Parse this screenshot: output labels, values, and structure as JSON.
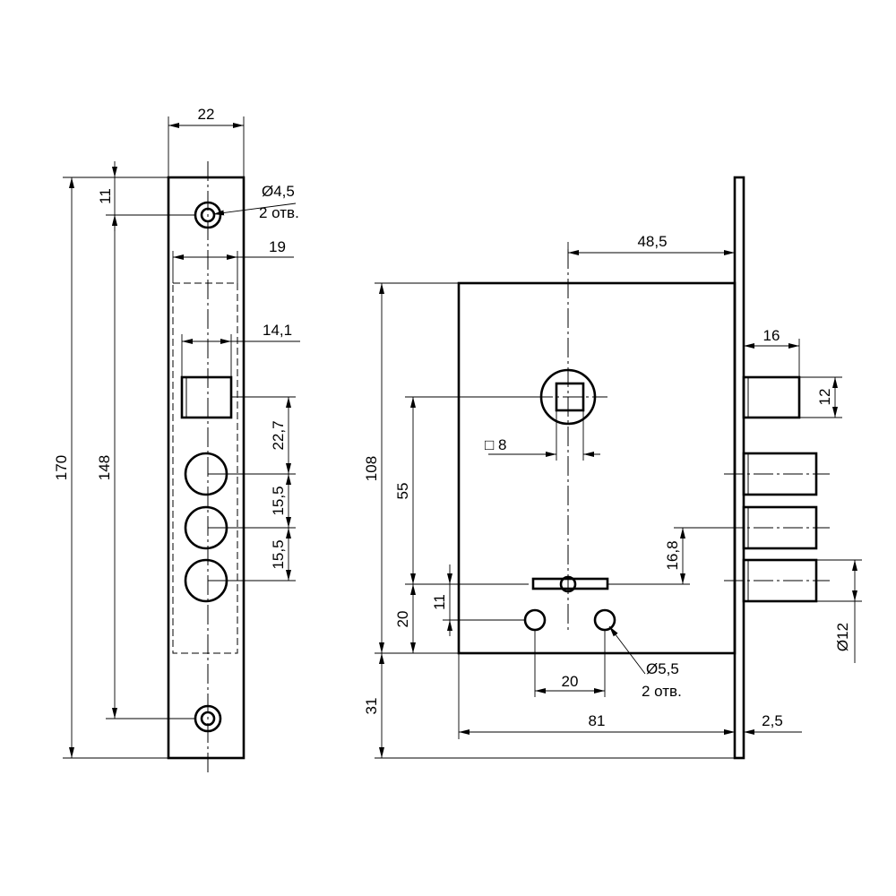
{
  "colors": {
    "line": "#000000",
    "background": "#ffffff"
  },
  "faceplate": {
    "width": "22",
    "hole_diameter": "Ø4,5",
    "hole_count": "2 отв.",
    "hole_offset": "11",
    "hole_spacing": "148",
    "overall_height": "170",
    "case_width": "19",
    "latch_width": "14,1",
    "latch_to_bolt": "22,7",
    "bolt_pitch_1": "15,5",
    "bolt_pitch_2": "15,5"
  },
  "lock_body": {
    "backset": "48,5",
    "latch_projection": "16",
    "latch_height": "12",
    "spindle_square": "□ 8",
    "body_height": "108",
    "spindle_to_keyhole": "55",
    "bolt_offset": "16,8",
    "keyhole_to_bottom": "20",
    "screw_offset": "11",
    "bolt_diameter": "Ø12",
    "screw_spacing": "20",
    "screw_diameter": "Ø5,5",
    "screw_count": "2 отв.",
    "bottom_extension": "31",
    "body_depth": "81",
    "plate_thickness": "2,5"
  }
}
